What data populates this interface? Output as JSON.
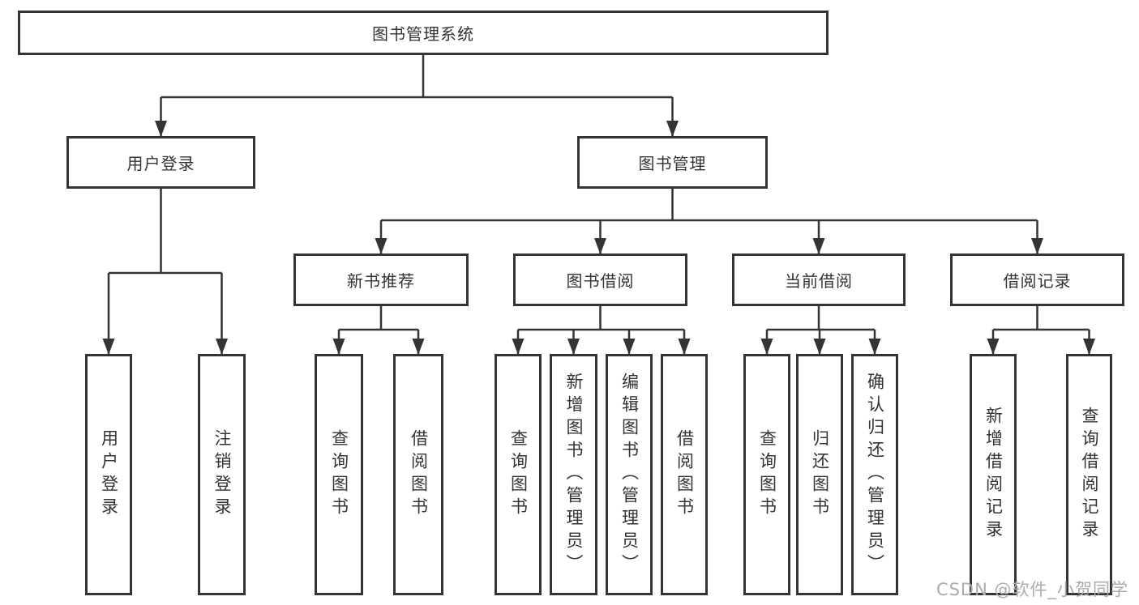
{
  "diagram": {
    "root": {
      "label": "图书管理系统"
    },
    "branches": [
      {
        "label": "用户登录",
        "children": [
          {
            "label": "用户登录"
          },
          {
            "label": "注销登录"
          }
        ]
      },
      {
        "label": "图书管理",
        "children": [
          {
            "label": "新书推荐",
            "children": [
              {
                "label": "查询图书"
              },
              {
                "label": "借阅图书"
              }
            ]
          },
          {
            "label": "图书借阅",
            "children": [
              {
                "label": "查询图书"
              },
              {
                "label": "新增图书（管理员）"
              },
              {
                "label": "编辑图书（管理员）"
              },
              {
                "label": "借阅图书"
              }
            ]
          },
          {
            "label": "当前借阅",
            "children": [
              {
                "label": "查询图书"
              },
              {
                "label": "归还图书"
              },
              {
                "label": "确认归还（管理员）"
              }
            ]
          },
          {
            "label": "借阅记录",
            "children": [
              {
                "label": "新增借阅记录"
              },
              {
                "label": "查询借阅记录"
              }
            ]
          }
        ]
      }
    ]
  },
  "watermark": {
    "text": "CSDN @软件_小贺同学"
  },
  "colors": {
    "line": "#343434",
    "text": "#333333",
    "watermark": "#ababab",
    "background": "#ffffff"
  }
}
